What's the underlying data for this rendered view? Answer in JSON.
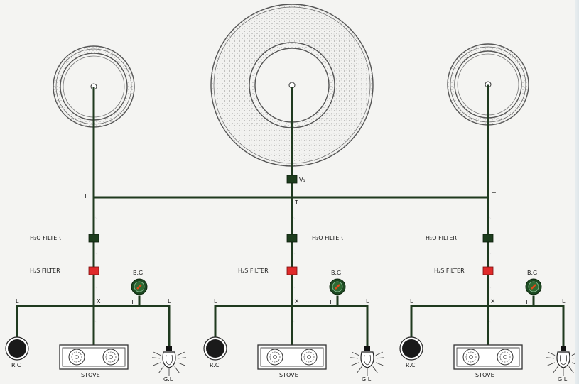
{
  "colors": {
    "pipe": "#1f3a1f",
    "water_filter": "#1d3d1d",
    "h2s_filter": "#e02a2a",
    "valve": "#1d3d1d",
    "gauge_ring": "#1d4a22",
    "gauge_needle": "#e04a1a",
    "rc_fill": "#1a1a1a",
    "background": "#f4f4f2"
  },
  "labels": {
    "h2o_filter": "H₂O FILTER",
    "h2s_filter": "H₂S FILTER",
    "biogas_gauge": "B.G",
    "rice_cooker": "R.C",
    "stove": "STOVE",
    "gas_lamp": "G.L",
    "tee": "T",
    "cross": "X",
    "elbow": "L",
    "valve": "V₁"
  },
  "icons": {
    "digester": "concentric-ring-icon",
    "gauge": "pressure-gauge-icon",
    "rice_cooker": "rice-cooker-icon",
    "stove": "two-burner-stove-icon",
    "lamp": "gas-lamp-icon",
    "filter": "filter-block-icon"
  },
  "units": [
    {
      "id": "left"
    },
    {
      "id": "center"
    },
    {
      "id": "right"
    }
  ]
}
